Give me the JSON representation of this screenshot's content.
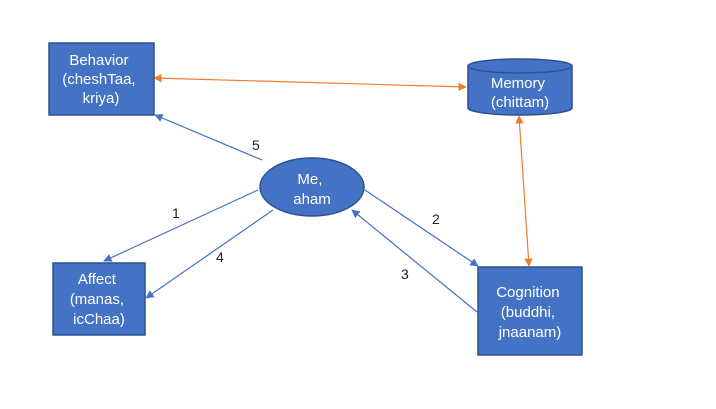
{
  "nodes": {
    "behavior": {
      "lines": [
        "Behavior",
        "(cheshTaa,",
        "kriya)"
      ]
    },
    "memory": {
      "lines": [
        "Memory",
        "(chittam)"
      ]
    },
    "me": {
      "lines": [
        "Me,",
        "aham"
      ]
    },
    "affect": {
      "lines": [
        "Affect",
        "(manas,",
        "icChaa)"
      ]
    },
    "cognition": {
      "lines": [
        "Cognition",
        "(buddhi,",
        "jnaanam)"
      ]
    }
  },
  "edge_labels": {
    "me_to_affect": "1",
    "me_to_cognition": "2",
    "cognition_to_me": "3",
    "me_to_affect_2": "4",
    "me_to_behavior": "5"
  },
  "colors": {
    "node_fill": "#4472C4",
    "node_stroke": "#2F528F",
    "node_text": "#FFFFFF",
    "blue_arrow": "#4472C4",
    "orange_arrow": "#ED7D31",
    "background": "#FFFFFF"
  }
}
